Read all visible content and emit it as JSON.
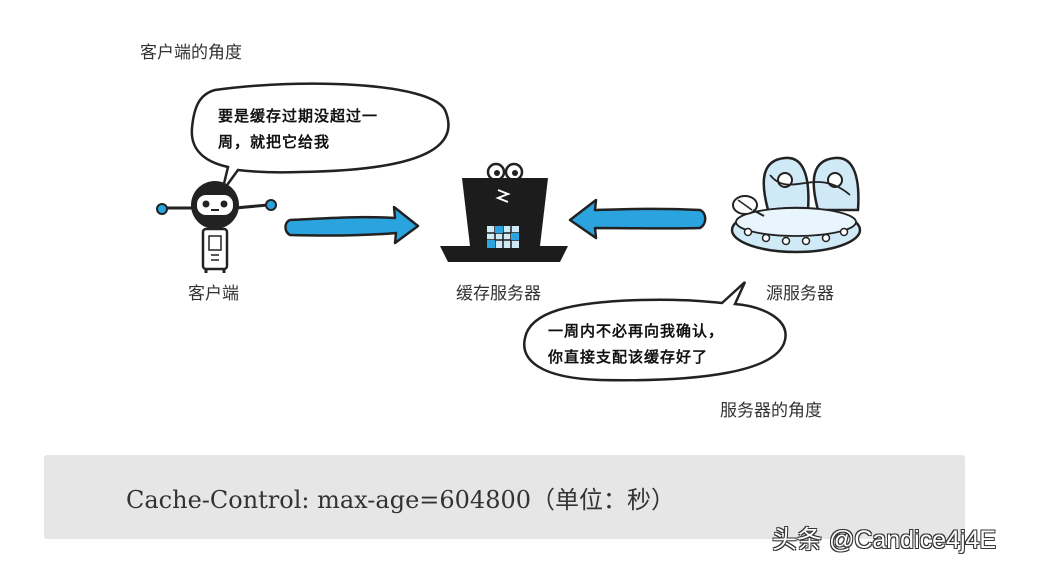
{
  "captions": {
    "client_view": "客户端的角度",
    "server_view": "服务器的角度"
  },
  "bubbles": {
    "client_line1": "要是缓存过期没超过一",
    "client_line2": "周，就把它给我",
    "server_line1": "一周内不必再向我确认，",
    "server_line2": "你直接支配该缓存好了"
  },
  "nodes": {
    "client": "客户端",
    "cache_server": "缓存服务器",
    "origin_server": "源服务器"
  },
  "code": {
    "text": "Cache-Control: max-age=604800（单位：秒）"
  },
  "watermark": {
    "text": "头条 @Candice4j4E"
  },
  "colors": {
    "arrow_fill": "#2aa3de",
    "bubble_stroke": "#222222",
    "code_bg": "#e6e6e6"
  },
  "icons": [
    "robot-client-icon",
    "top-hat-cache-icon",
    "ufo-origin-server-icon"
  ]
}
